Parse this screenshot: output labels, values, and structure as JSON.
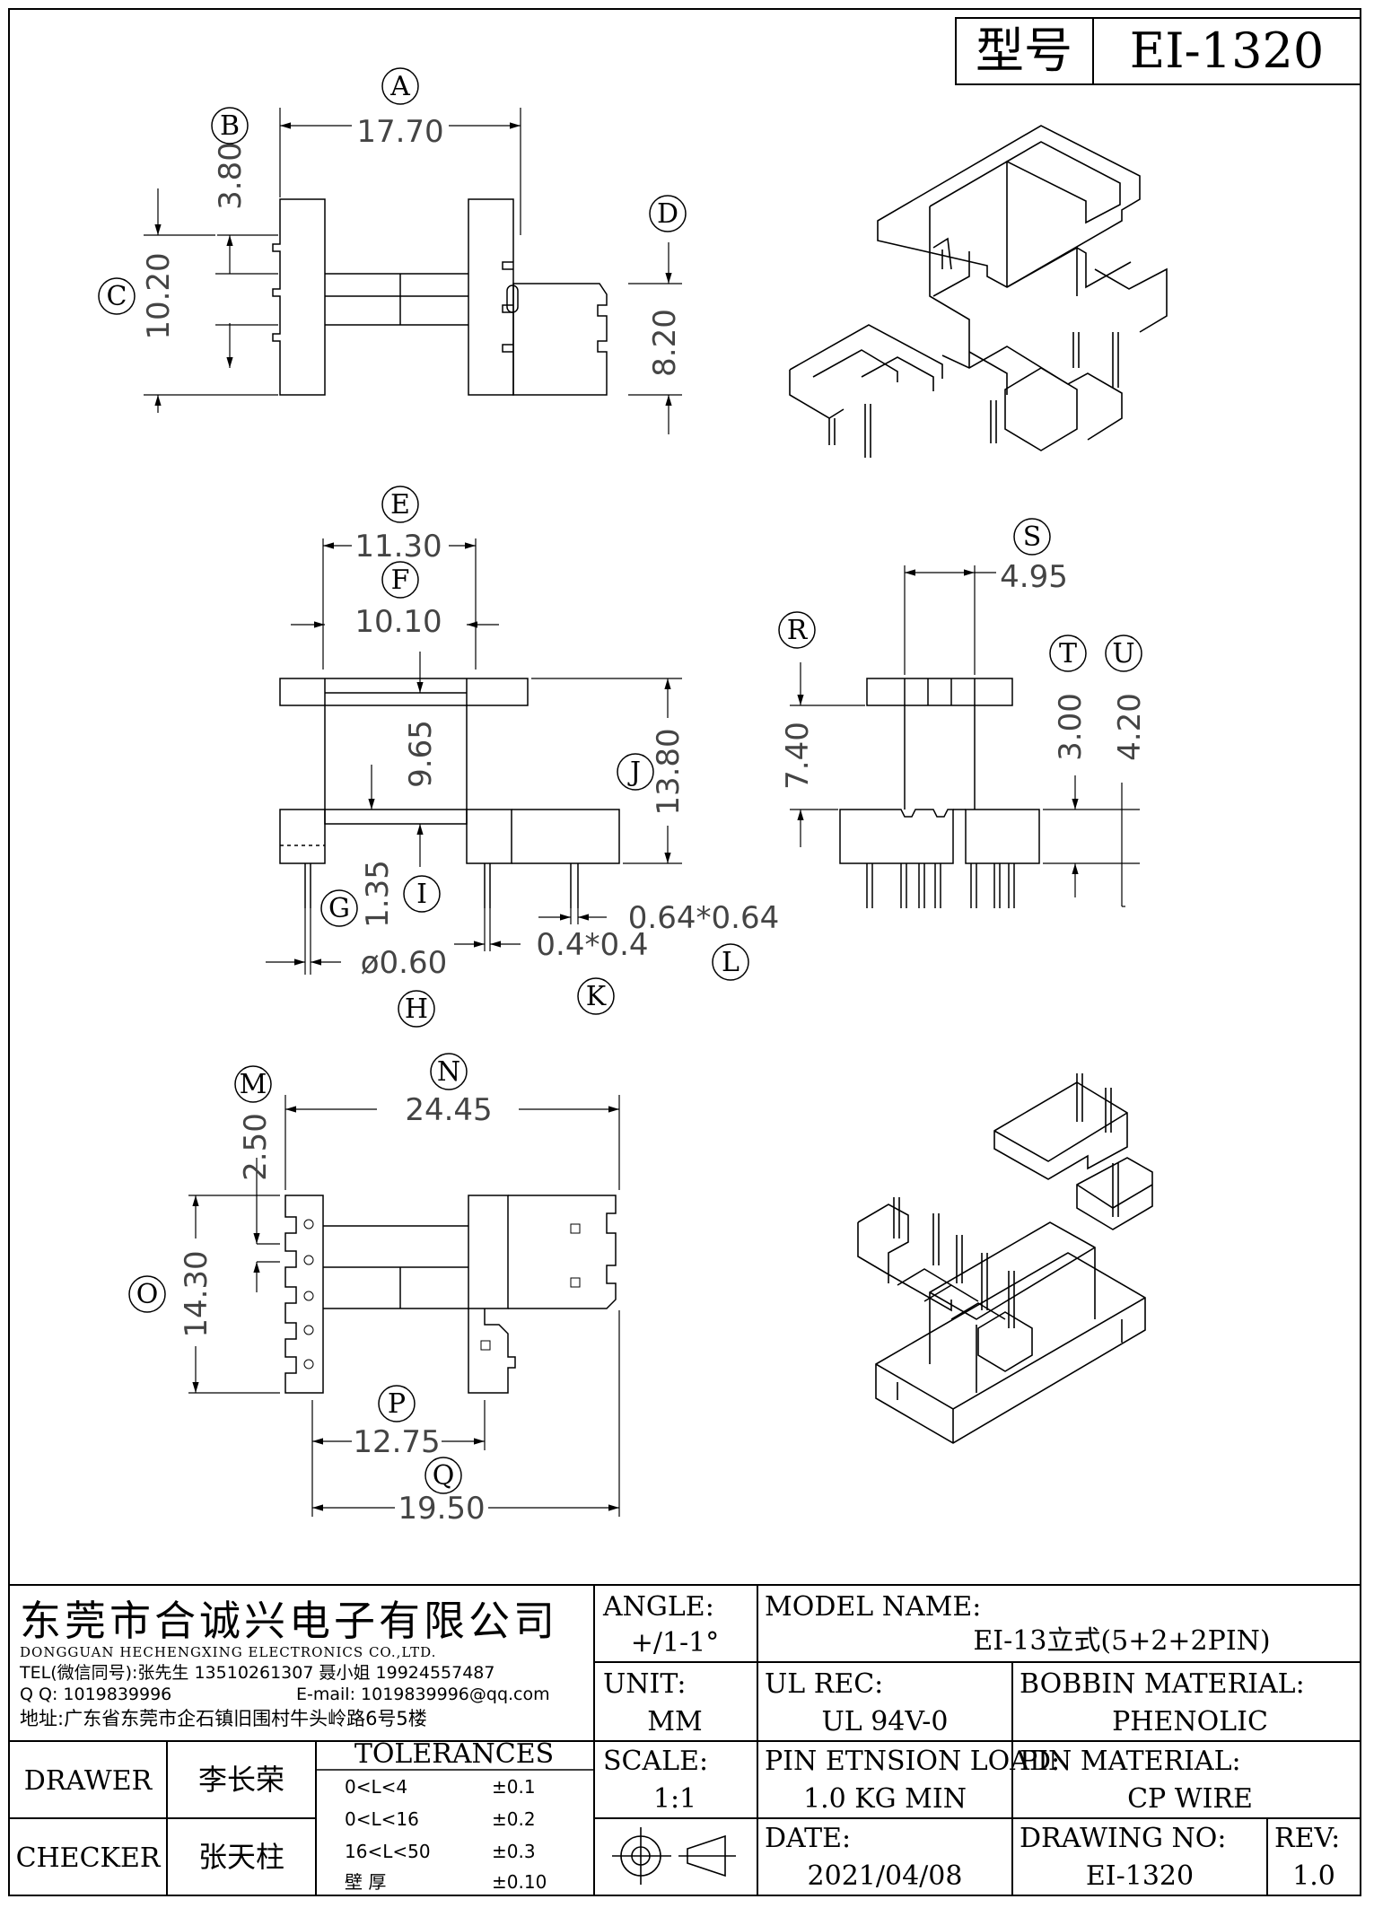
{
  "header": {
    "model_label": "型号",
    "model_value": "EI-1320"
  },
  "drawing": {
    "dims": {
      "A": "17.70",
      "B": "3.80",
      "C": "10.20",
      "D": "8.20",
      "E": "11.30",
      "F": "10.10",
      "J": "13.80",
      "I": "9.65",
      "G": "1.35",
      "H": "ø0.60",
      "K": "0.4*0.4",
      "L": "0.64*0.64",
      "S": "4.95",
      "R": "7.40",
      "T": "3.00",
      "U": "4.20",
      "M": "2.50",
      "N": "24.45",
      "O": "14.30",
      "P": "12.75",
      "Q": "19.50"
    },
    "letters": [
      "A",
      "B",
      "C",
      "D",
      "E",
      "F",
      "G",
      "H",
      "I",
      "J",
      "K",
      "L",
      "M",
      "N",
      "O",
      "P",
      "Q",
      "R",
      "S",
      "T",
      "U"
    ]
  },
  "company": {
    "name_cn": "东莞市合诚兴电子有限公司",
    "name_en": "DONGGUAN HECHENGXING ELECTRONICS CO.,LTD.",
    "tel": "TEL(微信同号):张先生 13510261307 聂小姐 19924557487",
    "qq": "Q Q: 1019839996",
    "email": "E-mail: 1019839996@qq.com",
    "address": "地址:广东省东莞市企石镇旧围村牛头岭路6号5楼"
  },
  "info": {
    "angle_label": "ANGLE:",
    "angle_value": "+/1-1°",
    "unit_label": "UNIT:",
    "unit_value": "MM",
    "scale_label": "SCALE:",
    "scale_value": "1:1",
    "model_name_label": "MODEL NAME:",
    "model_name_value": "EI-13立式(5+2+2PIN)",
    "ul_label": "UL REC:",
    "ul_value": "UL 94V-0",
    "bobbin_label": "BOBBIN MATERIAL:",
    "bobbin_value": "PHENOLIC",
    "pin_load_label": "PIN ETNSION LOAD:",
    "pin_load_value": "1.0 KG MIN",
    "pin_material_label": "PIN MATERIAL:",
    "pin_material_value": "CP WIRE",
    "date_label": "DATE:",
    "date_value": "2021/04/08",
    "drawing_no_label": "DRAWING NO:",
    "drawing_no_value": "EI-1320",
    "rev_label": "REV:",
    "rev_value": "1.0"
  },
  "people": {
    "drawer_label": "DRAWER",
    "drawer_value": "李长荣",
    "checker_label": "CHECKER",
    "checker_value": "张天柱"
  },
  "tolerances": {
    "title": "TOLERANCES",
    "rows": [
      {
        "range": "0<L<4",
        "tol": "±0.1"
      },
      {
        "range": "0<L<16",
        "tol": "±0.2"
      },
      {
        "range": "16<L<50",
        "tol": "±0.3"
      },
      {
        "range": "壁   厚",
        "tol": "±0.10"
      }
    ]
  }
}
